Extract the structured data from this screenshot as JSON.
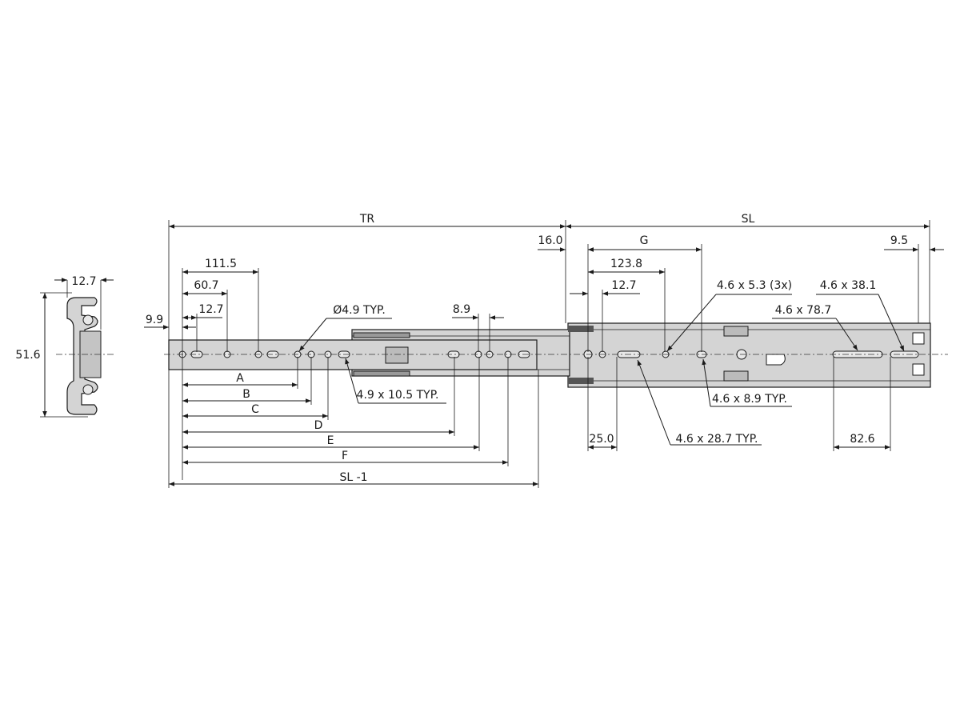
{
  "drawing": {
    "title_dims": {
      "tr": "TR",
      "sl": "SL"
    },
    "end_view": {
      "width": "12.7",
      "height": "51.6"
    },
    "top_left": {
      "d111": "111.5",
      "d60": "60.7",
      "d12": "12.7",
      "d9": "9.9",
      "hole": "Ø4.9 TYP.",
      "d8": "8.9",
      "slot": "4.9 x 10.5 TYP."
    },
    "bottom_left": {
      "a": "A",
      "b": "B",
      "c": "C",
      "d": "D",
      "e": "E",
      "f": "F",
      "sl1": "SL -1"
    },
    "top_right": {
      "d16": "16.0",
      "g": "G",
      "d123": "123.8",
      "d12": "12.7",
      "hole3x": "4.6 x 5.3 (3x)",
      "slot38": "4.6 x 38.1",
      "slot78": "4.6 x 78.7",
      "d9": "9.5"
    },
    "bottom_right": {
      "slot89": "4.6 x 8.9 TYP.",
      "d25": "25.0",
      "slot28": "4.6 x 28.7 TYP.",
      "d82": "82.6"
    }
  }
}
